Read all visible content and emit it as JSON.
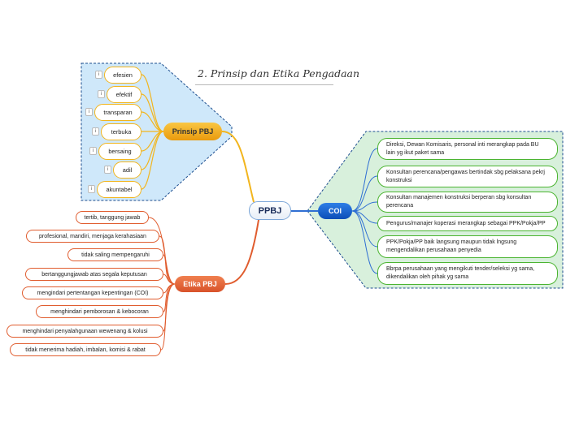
{
  "title": "2. Prinsip dan Etika Pengadaan",
  "central_topic": "PPBJ",
  "branches": {
    "prinsip": {
      "label": "Prinsip PBJ",
      "badge": "i",
      "items": [
        "efesien",
        "efektif",
        "transparan",
        "terbuka",
        "bersaing",
        "adil",
        "akuntabel"
      ]
    },
    "etika": {
      "label": "Etika PBJ",
      "items": [
        "tertib, tanggung jawab",
        "profesional, mandiri, menjaga kerahasiaan",
        "tidak saling mempengaruhi",
        "bertanggungjawab atas segala keputusan",
        "mengindari pertentangan kepentingan (COI)",
        "menghindari pemborosan & kebocoran",
        "menghindari penyalahgunaan wewenang & kolusi",
        "tidak menerima hadiah, imbalan, komisi & rabat"
      ]
    },
    "coi": {
      "label": "COI",
      "items": [
        "Direksi, Dewan Komisaris, personal inti merangkap pada BU lain yg ikut paket sama",
        "Konsultan perencana/pengawas bertindak sbg pelaksana pekrj konstruksi",
        "Konsultan manajemen konstruksi berperan sbg konsultan perencana",
        "Pengurus/manajer koperasi merangkap sebagai PPK/Pokja/PP",
        "PPK/Pokja/PP baik langsung maupun tidak lngsung mengendalikan perusahaan penyedia",
        "Bbrpa perusahaan yang mengikuti tender/seleksi yg sama, dikendalikan oleh pihak yg sama"
      ]
    }
  },
  "colors": {
    "prinsip_branch": "#f2b51d",
    "etika_branch": "#e05c2e",
    "coi_branch": "#2f6fd3",
    "coi_item_border": "#4bb431",
    "prinsip_boundary_fill": "#cfe8fa",
    "coi_boundary_fill": "#d8f0dc",
    "boundary_stroke": "#1d4e8f"
  }
}
